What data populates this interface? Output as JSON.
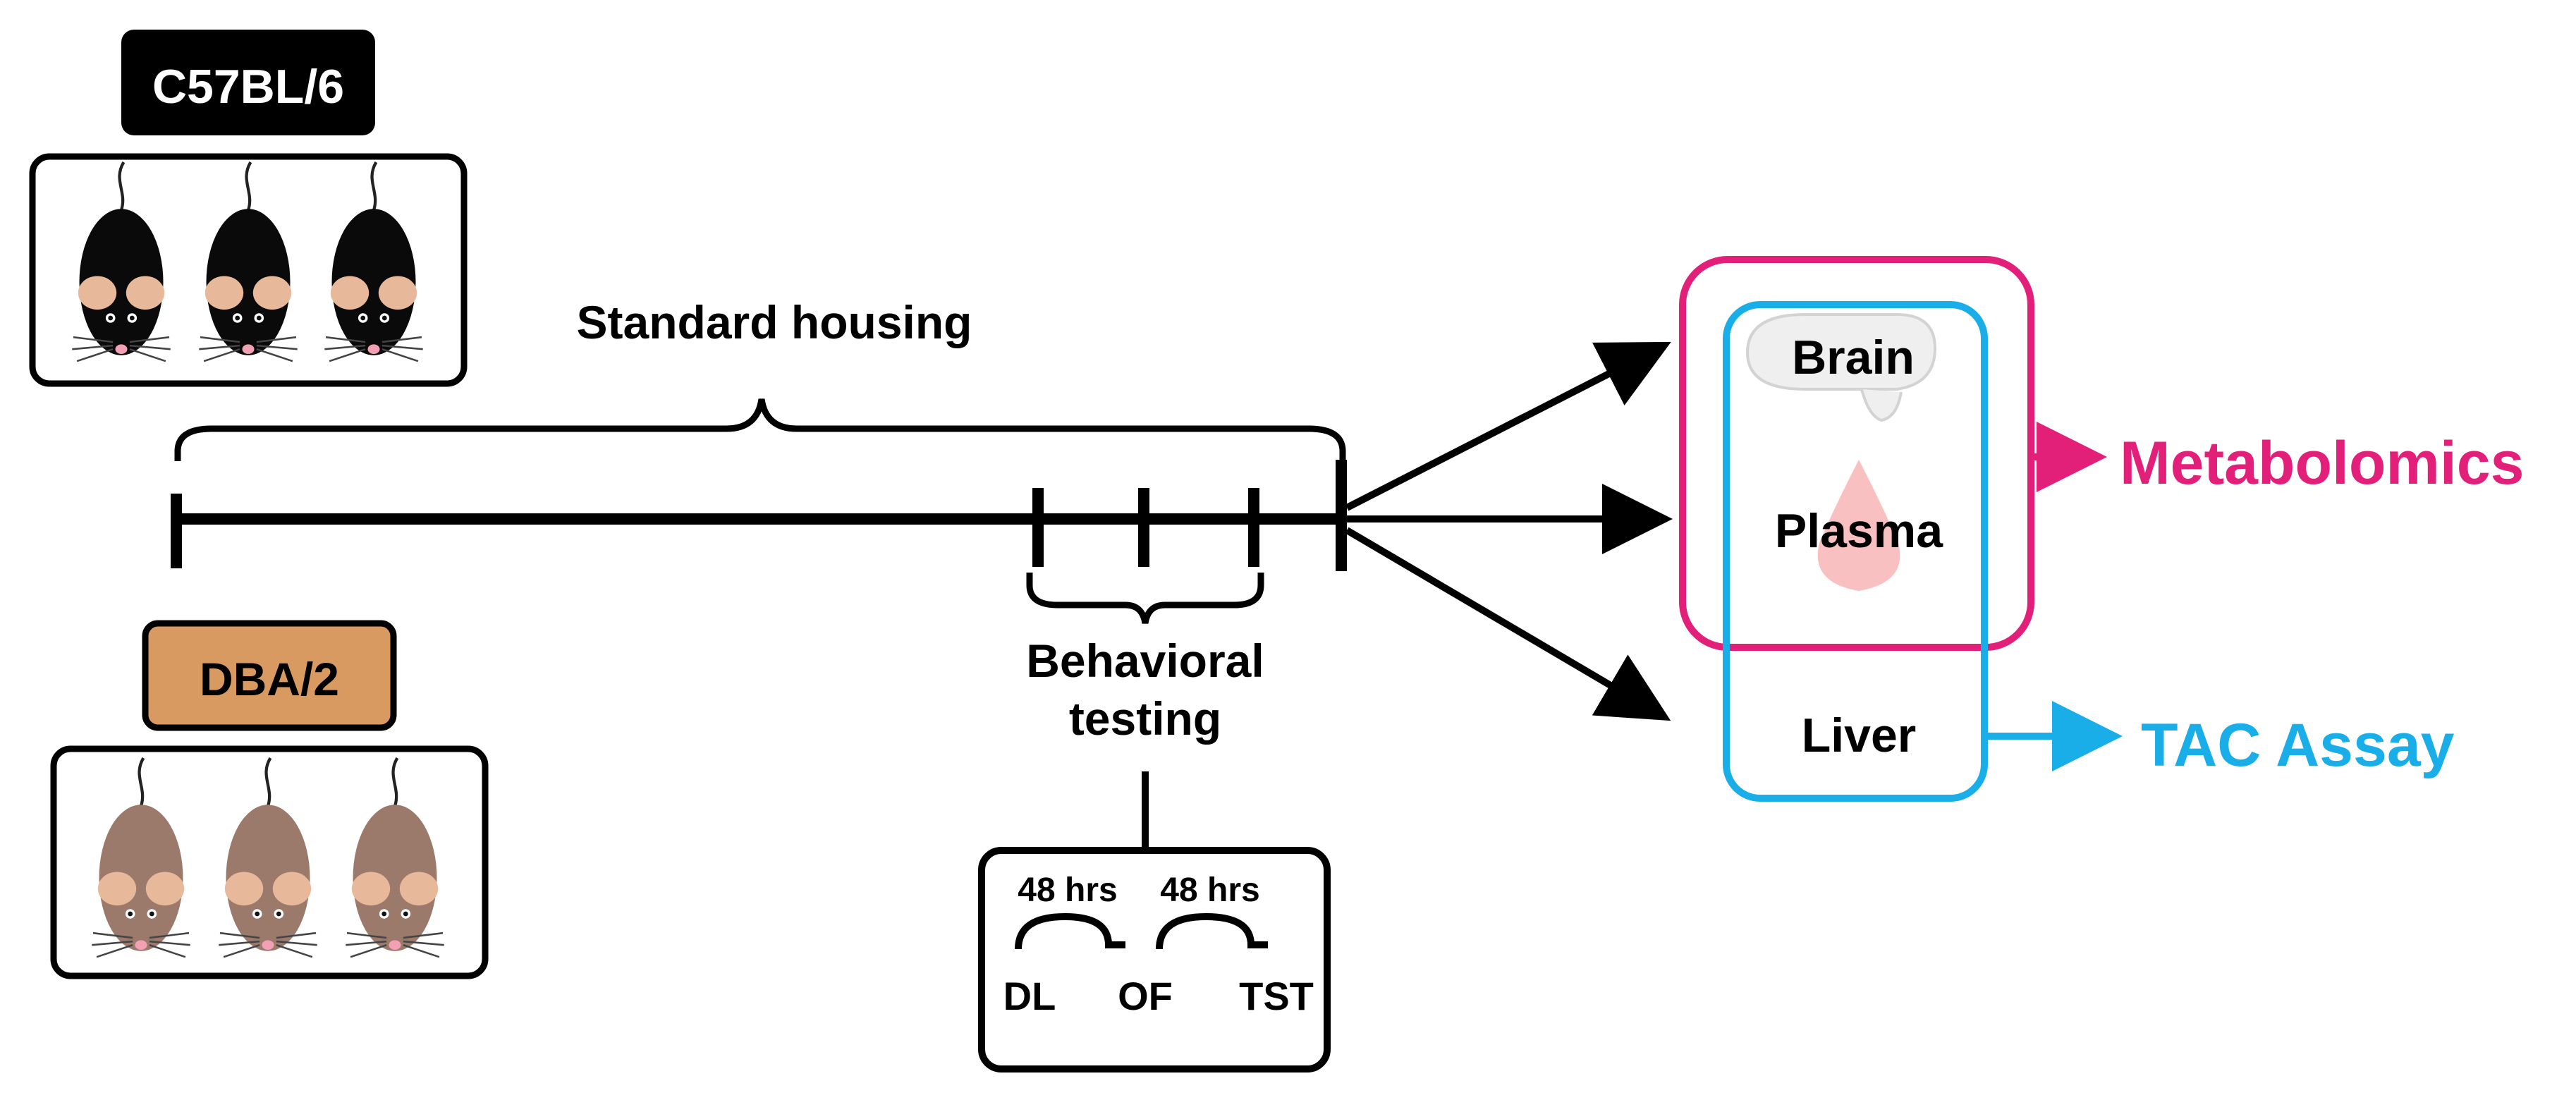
{
  "strains": {
    "c57": {
      "label": "C57BL/6",
      "tag_bg": "#000000",
      "tag_fg": "#ffffff",
      "mouse_body": "#0a0a0a",
      "mouse_ear": "#e8b89a"
    },
    "dba": {
      "label": "DBA/2",
      "tag_bg": "#d99a62",
      "tag_fg": "#000000",
      "mouse_body": "#9b7a6c",
      "mouse_ear": "#e8b89a"
    }
  },
  "timeline": {
    "housing_label": "Standard housing",
    "behavior_label_line1": "Behavioral",
    "behavior_label_line2": "testing"
  },
  "tests": {
    "interval_1": "48 hrs",
    "interval_2": "48 hrs",
    "test_1": "DL",
    "test_2": "OF",
    "test_3": "TST"
  },
  "tissues": {
    "brain": "Brain",
    "plasma": "Plasma",
    "liver": "Liver"
  },
  "outputs": {
    "metabolomics": "Metabolomics",
    "tac": "TAC Assay"
  },
  "colors": {
    "metabolomics": "#e2207a",
    "tac": "#19aee8",
    "line": "#000000",
    "plasma_drop": "#f7b9b9",
    "brain_fill": "#eeeeee"
  },
  "icons": [
    "mouse-icon",
    "brain-icon",
    "blood-drop-icon",
    "arrow-icon",
    "curly-brace-icon"
  ]
}
